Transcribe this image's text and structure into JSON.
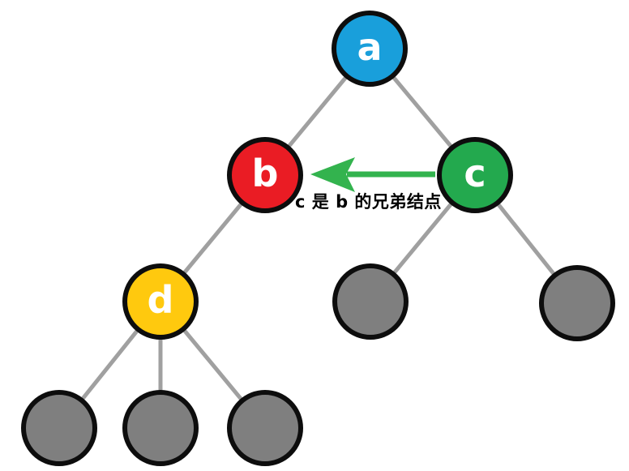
{
  "tree": {
    "description": "binary-ish tree diagram illustrating sibling nodes",
    "nodes": [
      {
        "id": "a",
        "label": "a",
        "color": "#199FDB"
      },
      {
        "id": "b",
        "label": "b",
        "color": "#EA1C24"
      },
      {
        "id": "c",
        "label": "c",
        "color": "#23A94E"
      },
      {
        "id": "d",
        "label": "d",
        "color": "#FFC90E"
      },
      {
        "id": "g1",
        "label": "",
        "color": "#7F7F7F"
      },
      {
        "id": "g2",
        "label": "",
        "color": "#7F7F7F"
      },
      {
        "id": "g3",
        "label": "",
        "color": "#7F7F7F"
      },
      {
        "id": "g4",
        "label": "",
        "color": "#7F7F7F"
      },
      {
        "id": "g5",
        "label": "",
        "color": "#7F7F7F"
      }
    ],
    "edges": [
      {
        "from": "a",
        "to": "b"
      },
      {
        "from": "a",
        "to": "c"
      },
      {
        "from": "b",
        "to": "d"
      },
      {
        "from": "d",
        "to": "g1"
      },
      {
        "from": "d",
        "to": "g2"
      },
      {
        "from": "d",
        "to": "g3"
      },
      {
        "from": "c",
        "to": "g4"
      },
      {
        "from": "c",
        "to": "g5"
      }
    ]
  },
  "annotation": {
    "text": "c 是 b 的兄弟结点",
    "arrow_from": "c",
    "arrow_to": "b",
    "arrow_color": "#33B34E"
  },
  "colors": {
    "edge": "#A0A0A0",
    "node_border": "#0D0D0D",
    "node_label": "#FFFFFF",
    "annotation_text": "#000000",
    "background": "#FFFFFF"
  }
}
